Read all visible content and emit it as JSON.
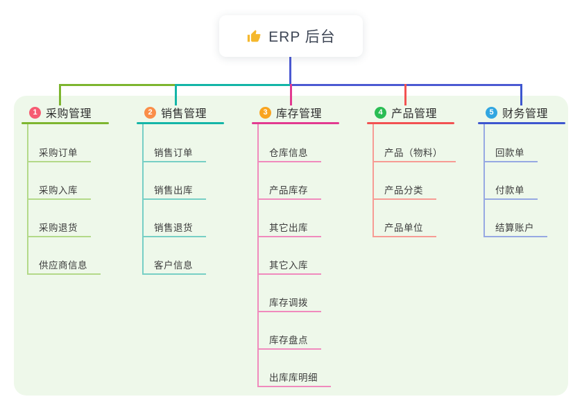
{
  "root": {
    "label": "ERP 后台",
    "icon": "thumbs-up-icon",
    "icon_color": "#f5b82e"
  },
  "connectors": {
    "stem_color": "#4b59d2",
    "top_segments": [
      {
        "name": "left",
        "color": "#7db52f"
      },
      {
        "name": "middle",
        "color": "#13b5a7"
      },
      {
        "name": "right",
        "color": "#4b59d2"
      }
    ],
    "drop_colors": [
      "#7db52f",
      "#13b5a7",
      "#e23a90",
      "#f25252",
      "#3d56cf"
    ]
  },
  "panel": {
    "background": "#eef8ea"
  },
  "branches": [
    {
      "number": "1",
      "title": "采购管理",
      "badge_color": "#f65b72",
      "line_color": "#7db52f",
      "child_line_color": "#b3d988",
      "children": [
        "采购订单",
        "采购入库",
        "采购退货",
        "供应商信息"
      ]
    },
    {
      "number": "2",
      "title": "销售管理",
      "badge_color": "#fa8e49",
      "line_color": "#13b5a7",
      "child_line_color": "#76cfc5",
      "children": [
        "销售订单",
        "销售出库",
        "销售退货",
        "客户信息"
      ]
    },
    {
      "number": "3",
      "title": "库存管理",
      "badge_color": "#f9a41f",
      "line_color": "#e23a90",
      "child_line_color": "#f08abd",
      "children": [
        "仓库信息",
        "产品库存",
        "其它出库",
        "其它入库",
        "库存调拨",
        "库存盘点",
        "出库库明细"
      ]
    },
    {
      "number": "4",
      "title": "产品管理",
      "badge_color": "#2abd54",
      "line_color": "#f25252",
      "child_line_color": "#f79b94",
      "children": [
        "产品（物料）",
        "产品分类",
        "产品单位"
      ]
    },
    {
      "number": "5",
      "title": "财务管理",
      "badge_color": "#31a6e1",
      "line_color": "#3d56cf",
      "child_line_color": "#96a8e2",
      "children": [
        "回款单",
        "付款单",
        "结算账户"
      ]
    }
  ]
}
